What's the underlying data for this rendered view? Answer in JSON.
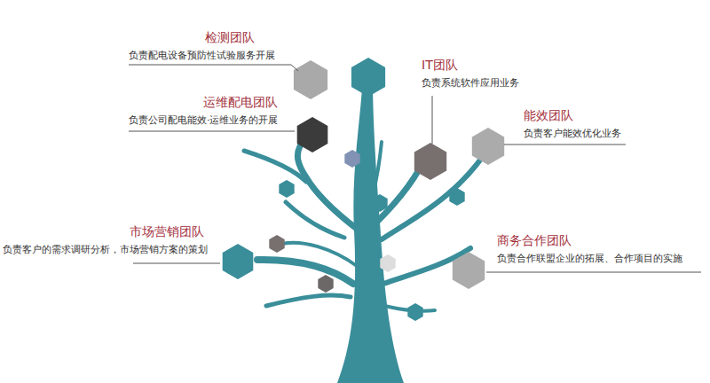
{
  "diagram": {
    "nodes": [
      {
        "text": [
          "检测团队",
          "负责配电设备预防性试验服务开展"
        ]
      },
      {
        "text": [
          "IT团队",
          "负责系统软件应用业务"
        ]
      },
      {
        "text": [
          "运维配电团队",
          "负责公司配电能效·运维业务的开展"
        ]
      },
      {
        "text": [
          "能效团队",
          "负责客户能效优化业务"
        ]
      },
      {
        "text": [
          "市场营销团队",
          "负责客户的需求调研分析，市场营销方案的策划"
        ]
      },
      {
        "text": [
          "商务合作团队",
          "负责合作联盟企业的拓展、合作项目的实施"
        ]
      }
    ]
  }
}
